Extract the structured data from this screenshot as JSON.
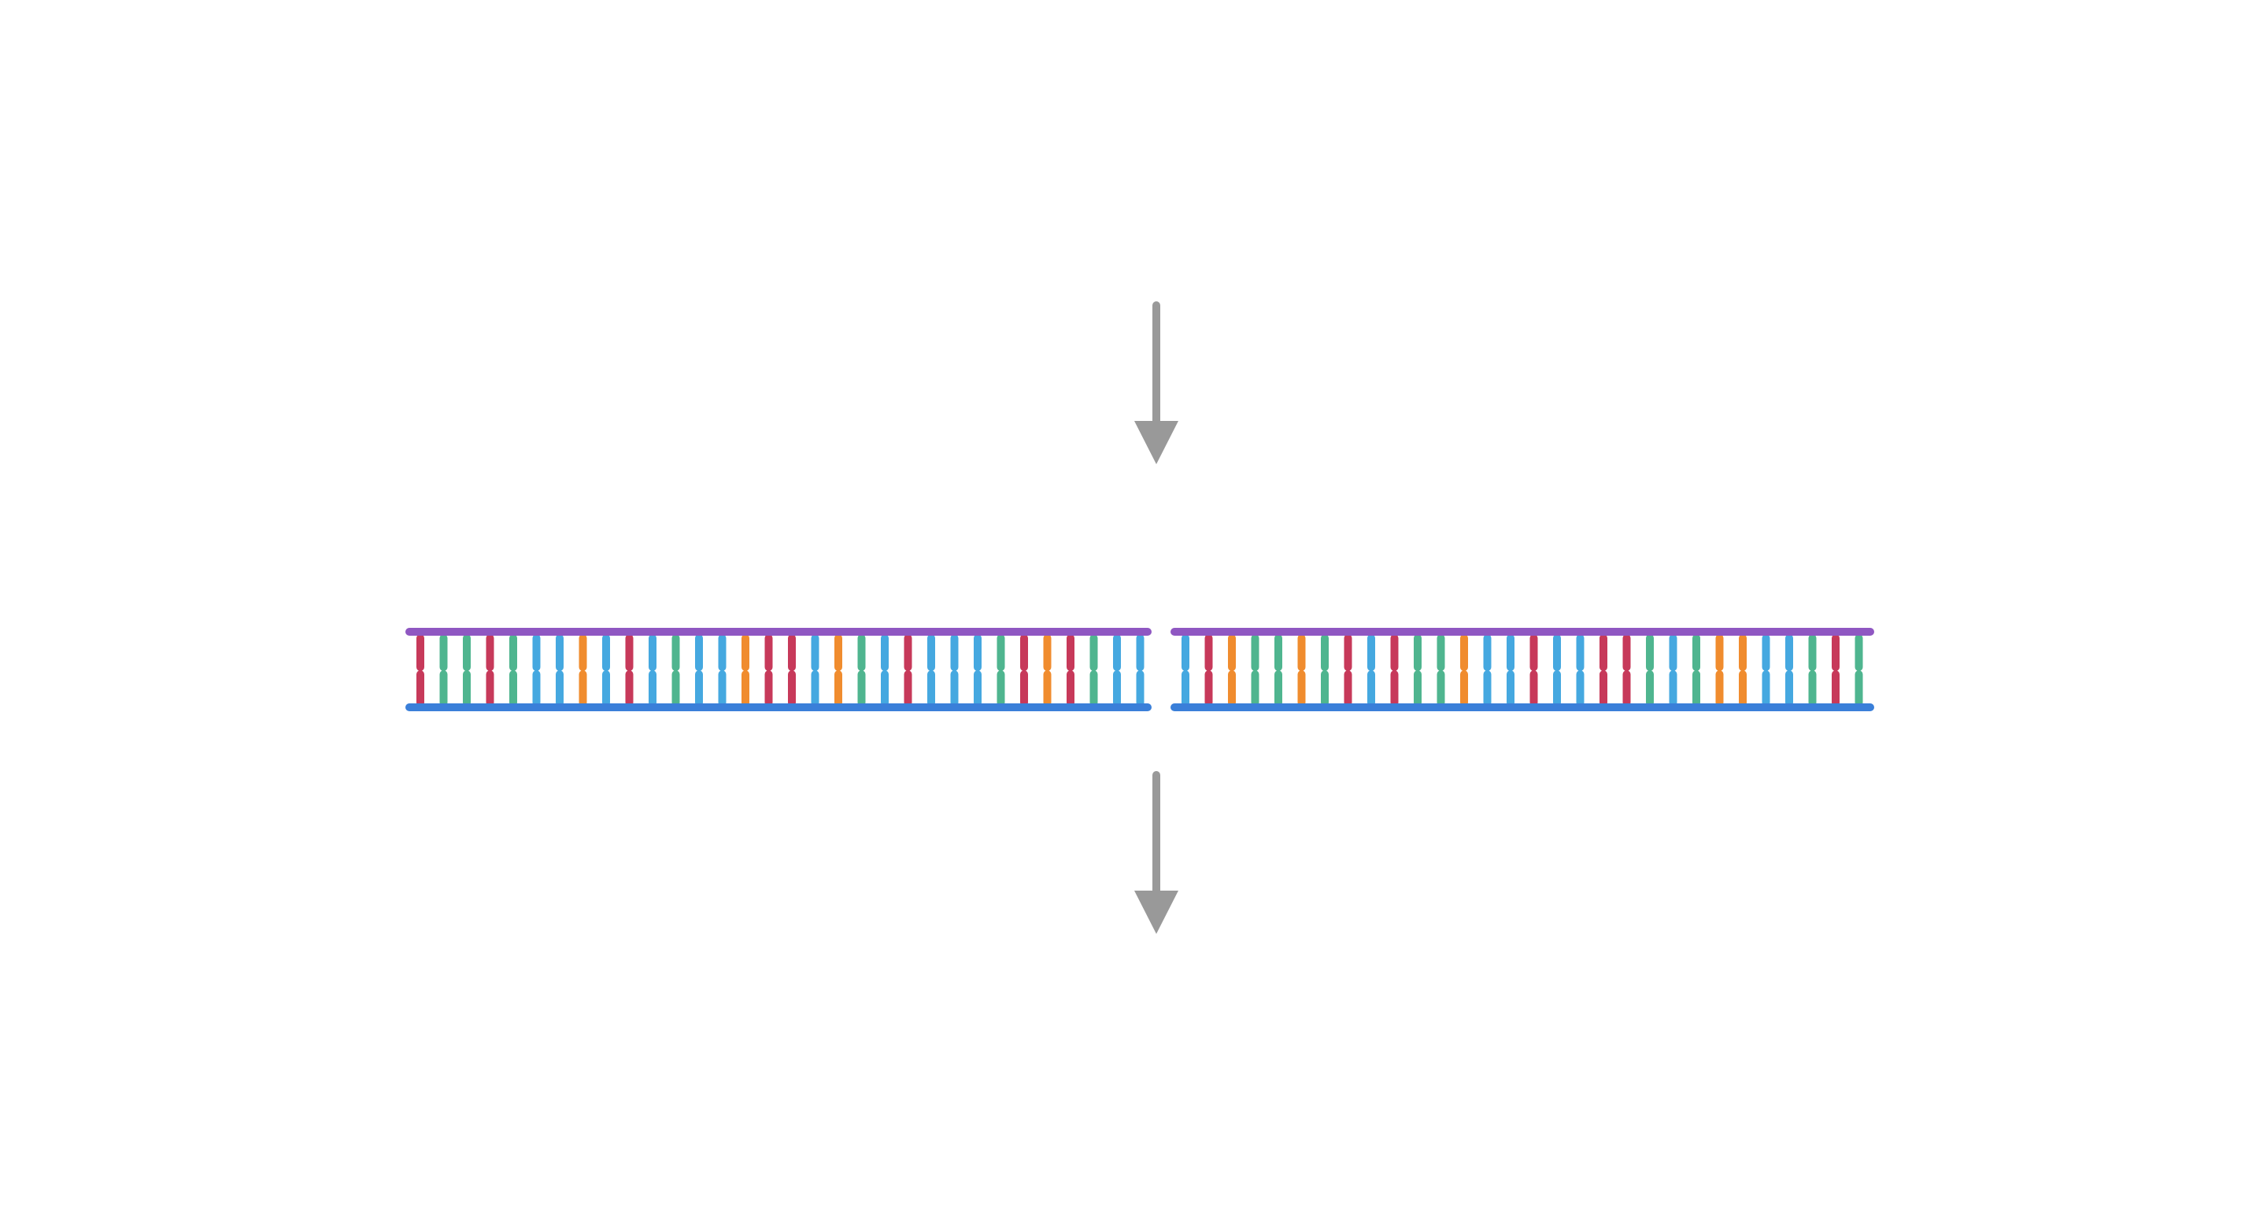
{
  "colors": {
    "background": "#ffffff",
    "arrow": "#999999",
    "strand_top": "#8f57c2",
    "strand_bottom": "#3a7fd9",
    "base_red": "#c7395a",
    "base_green": "#4fb58f",
    "base_blue": "#45a8e0",
    "base_orange": "#f08c2e"
  },
  "flow": {
    "arrows": [
      {
        "name": "arrow-top",
        "icon": "down-arrow-icon"
      },
      {
        "name": "arrow-bottom",
        "icon": "down-arrow-icon"
      }
    ]
  },
  "dna": {
    "fragments": [
      {
        "name": "dna-fragment-left",
        "pairs": [
          [
            "red",
            "red"
          ],
          [
            "green",
            "green"
          ],
          [
            "green",
            "green"
          ],
          [
            "red",
            "red"
          ],
          [
            "green",
            "green"
          ],
          [
            "blue",
            "blue"
          ],
          [
            "blue",
            "blue"
          ],
          [
            "orange",
            "orange"
          ],
          [
            "blue",
            "blue"
          ],
          [
            "red",
            "red"
          ],
          [
            "blue",
            "blue"
          ],
          [
            "green",
            "green"
          ],
          [
            "blue",
            "blue"
          ],
          [
            "blue",
            "blue"
          ],
          [
            "orange",
            "orange"
          ],
          [
            "red",
            "red"
          ],
          [
            "red",
            "red"
          ],
          [
            "blue",
            "blue"
          ],
          [
            "orange",
            "orange"
          ],
          [
            "green",
            "green"
          ],
          [
            "blue",
            "blue"
          ],
          [
            "red",
            "red"
          ],
          [
            "blue",
            "blue"
          ],
          [
            "blue",
            "blue"
          ],
          [
            "blue",
            "blue"
          ],
          [
            "green",
            "green"
          ],
          [
            "red",
            "red"
          ],
          [
            "orange",
            "orange"
          ],
          [
            "red",
            "red"
          ],
          [
            "green",
            "green"
          ],
          [
            "blue",
            "blue"
          ],
          [
            "blue",
            "blue"
          ]
        ]
      },
      {
        "name": "dna-fragment-right",
        "pairs": [
          [
            "blue",
            "blue"
          ],
          [
            "red",
            "red"
          ],
          [
            "orange",
            "orange"
          ],
          [
            "green",
            "green"
          ],
          [
            "green",
            "green"
          ],
          [
            "orange",
            "orange"
          ],
          [
            "green",
            "green"
          ],
          [
            "red",
            "red"
          ],
          [
            "blue",
            "blue"
          ],
          [
            "red",
            "red"
          ],
          [
            "green",
            "green"
          ],
          [
            "green",
            "green"
          ],
          [
            "orange",
            "orange"
          ],
          [
            "blue",
            "blue"
          ],
          [
            "blue",
            "blue"
          ],
          [
            "red",
            "red"
          ],
          [
            "blue",
            "blue"
          ],
          [
            "blue",
            "blue"
          ],
          [
            "red",
            "red"
          ],
          [
            "red",
            "red"
          ],
          [
            "green",
            "green"
          ],
          [
            "blue",
            "blue"
          ],
          [
            "green",
            "green"
          ],
          [
            "orange",
            "orange"
          ],
          [
            "orange",
            "orange"
          ],
          [
            "blue",
            "blue"
          ],
          [
            "blue",
            "blue"
          ],
          [
            "green",
            "green"
          ],
          [
            "red",
            "red"
          ],
          [
            "green",
            "green"
          ]
        ]
      }
    ]
  }
}
